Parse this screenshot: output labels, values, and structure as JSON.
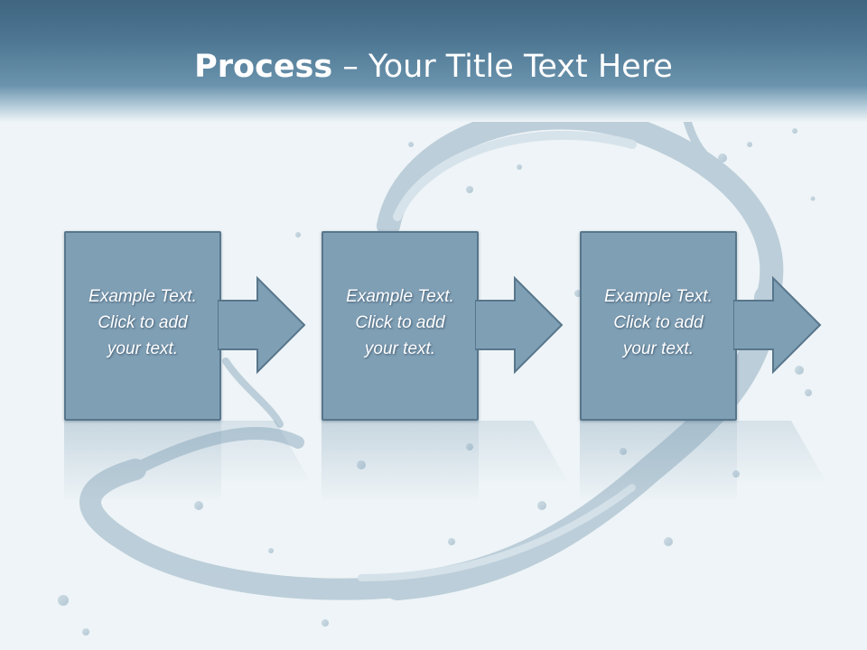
{
  "slide": {
    "title_bold": "Process",
    "title_rest": " – Your Title Text Here",
    "steps": [
      {
        "line1": "Example Text.",
        "line2": "Click  to add",
        "line3": "your text."
      },
      {
        "line1": "Example Text.",
        "line2": "Click  to add",
        "line3": "your text."
      },
      {
        "line1": "Example Text.",
        "line2": "Click  to add",
        "line3": "your text."
      }
    ]
  },
  "colors": {
    "header": "#4f7894",
    "box_fill": "#7f9fb5",
    "box_border": "#58768b",
    "background": "#eef4f7"
  }
}
